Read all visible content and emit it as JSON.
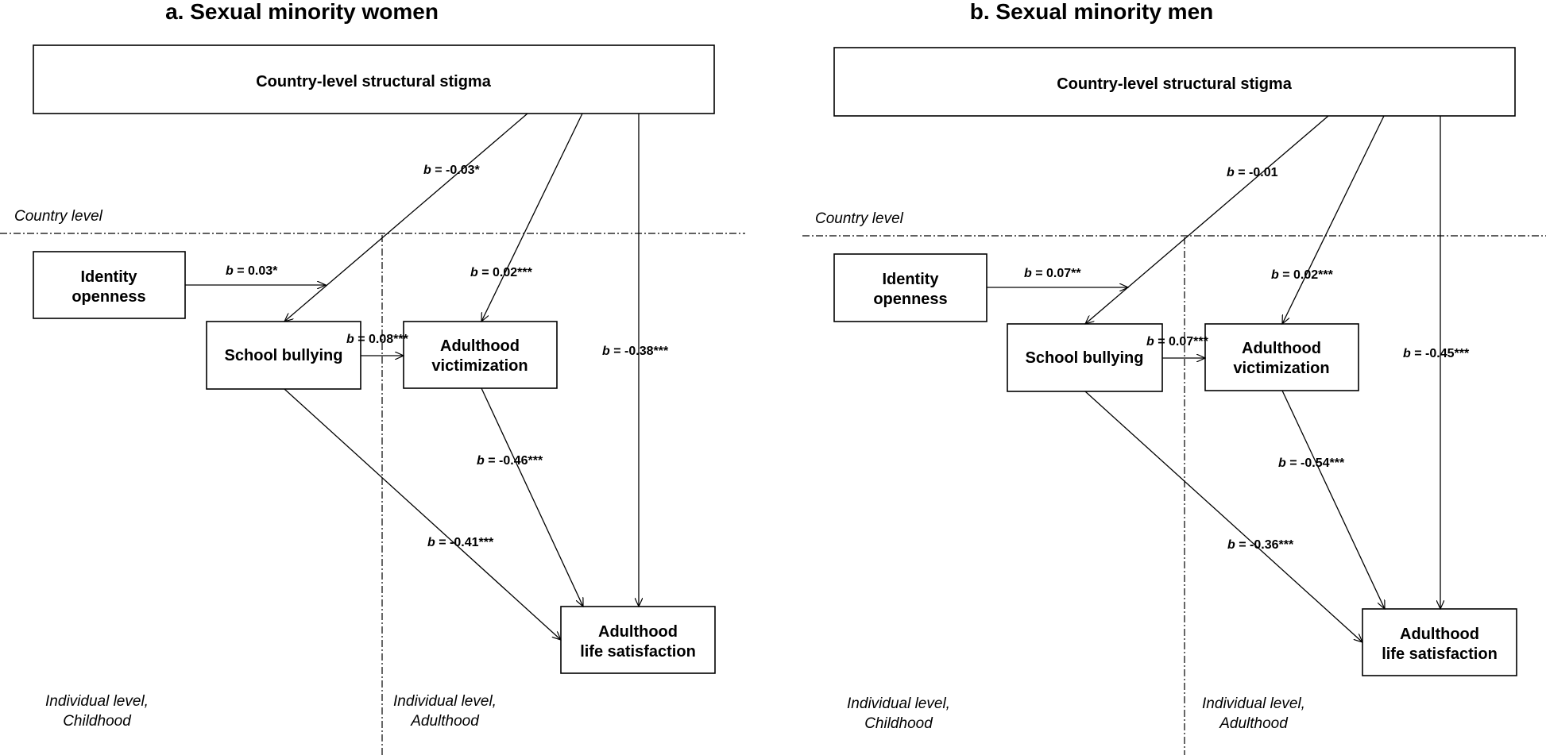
{
  "panels": [
    {
      "title": "a. Sexual minority women",
      "nodes": {
        "stigma": "Country-level structural stigma",
        "identity_line1": "Identity",
        "identity_line2": "openness",
        "bullying": "School bullying",
        "victimization_line1": "Adulthood",
        "victimization_line2": "victimization",
        "satisfaction_line1": "Adulthood",
        "satisfaction_line2": "life satisfaction"
      },
      "levels": {
        "country": "Country level",
        "childhood_line1": "Individual level,",
        "childhood_line2": "Childhood",
        "adulthood_line1": "Individual level,",
        "adulthood_line2": "Adulthood"
      },
      "paths": {
        "stigma_to_bullying": "= -0.03*",
        "stigma_to_victimization": "= 0.02***",
        "stigma_to_satisfaction": "= -0.38***",
        "identity_to_bullying": "= 0.03*",
        "bullying_to_victimization": "= 0.08***",
        "victimization_to_satisfaction": "= -0.46***",
        "bullying_to_satisfaction": "= -0.41***"
      }
    },
    {
      "title": "b. Sexual minority men",
      "nodes": {
        "stigma": "Country-level structural stigma",
        "identity_line1": "Identity",
        "identity_line2": "openness",
        "bullying": "School bullying",
        "victimization_line1": "Adulthood",
        "victimization_line2": "victimization",
        "satisfaction_line1": "Adulthood",
        "satisfaction_line2": "life satisfaction"
      },
      "levels": {
        "country": "Country level",
        "childhood_line1": "Individual level,",
        "childhood_line2": "Childhood",
        "adulthood_line1": "Individual level,",
        "adulthood_line2": "Adulthood"
      },
      "paths": {
        "stigma_to_bullying": "= -0.01",
        "stigma_to_victimization": "= 0.02***",
        "stigma_to_satisfaction": "= -0.45***",
        "identity_to_bullying": "= 0.07**",
        "bullying_to_victimization": "= 0.07***",
        "victimization_to_satisfaction": "= -0.54***",
        "bullying_to_satisfaction": "= -0.36***"
      }
    }
  ],
  "coefficient_symbol": "b"
}
